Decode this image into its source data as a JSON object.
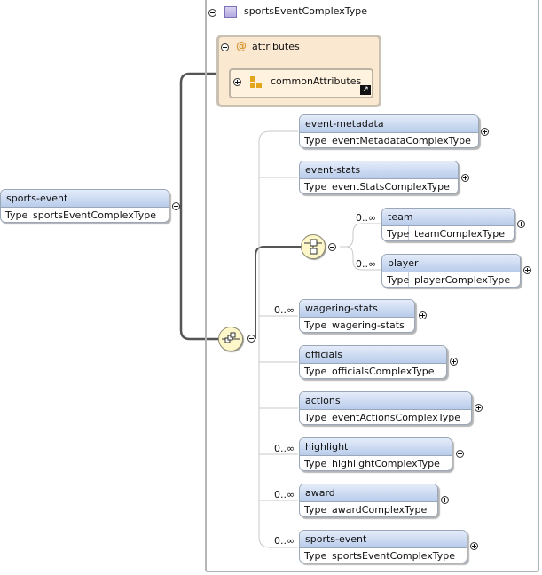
{
  "complex_type": {
    "name": "sportsEventComplexType"
  },
  "attributes": {
    "label": "attributes",
    "at_glyph": "@",
    "group": {
      "name": "commonAttributes"
    }
  },
  "type_key": "Type",
  "root": {
    "name": "sports-event",
    "type": "sportsEventComplexType"
  },
  "sequence": [
    {
      "name": "event-metadata",
      "type": "eventMetadataComplexType",
      "cardinality": ""
    },
    {
      "name": "event-stats",
      "type": "eventStatsComplexType",
      "cardinality": ""
    },
    {
      "choice": [
        {
          "name": "team",
          "type": "teamComplexType",
          "cardinality": "0..∞"
        },
        {
          "name": "player",
          "type": "playerComplexType",
          "cardinality": "0..∞"
        }
      ]
    },
    {
      "name": "wagering-stats",
      "type": "wagering-stats",
      "cardinality": "0..∞"
    },
    {
      "name": "officials",
      "type": "officialsComplexType",
      "cardinality": ""
    },
    {
      "name": "actions",
      "type": "eventActionsComplexType",
      "cardinality": ""
    },
    {
      "name": "highlight",
      "type": "highlightComplexType",
      "cardinality": "0..∞"
    },
    {
      "name": "award",
      "type": "awardComplexType",
      "cardinality": "0..∞"
    },
    {
      "name": "sports-event",
      "type": "sportsEventComplexType",
      "cardinality": "0..∞"
    }
  ],
  "colors": {
    "element_header": "#c7d6ef",
    "attributes_fill": "#fbe8d1",
    "compositor_fill": "#fdf7c9",
    "wire": "#555555"
  },
  "icons": [
    "collapse-icon",
    "complex-type-icon",
    "attribute-icon",
    "attribute-group-icon",
    "reference-link-icon",
    "sequence-icon",
    "choice-icon",
    "expand-icon"
  ]
}
